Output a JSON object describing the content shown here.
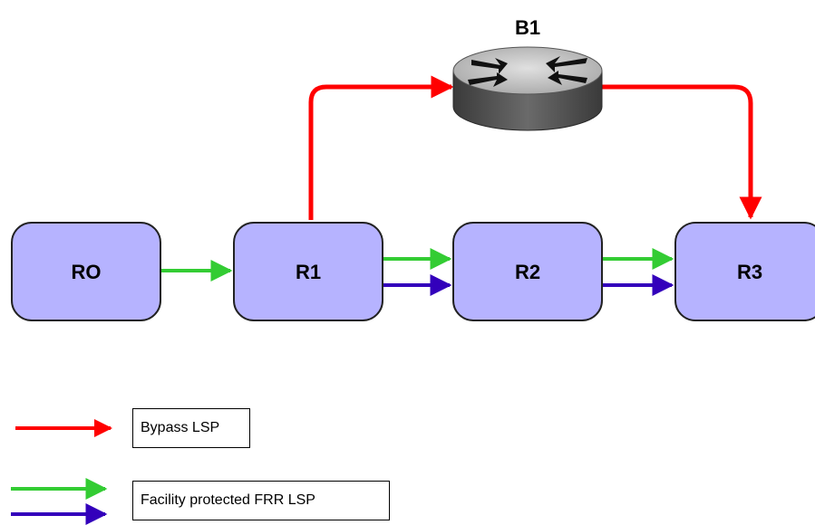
{
  "colors": {
    "bypass": "#ff0000",
    "frr_green": "#33cc33",
    "frr_blue": "#3300bb",
    "node_fill": "#b6b3ff",
    "node_stroke": "#222222"
  },
  "router": {
    "label": "B1",
    "icon": "router-icon"
  },
  "nodes": [
    {
      "id": "r0",
      "label": "RO"
    },
    {
      "id": "r1",
      "label": "R1"
    },
    {
      "id": "r2",
      "label": "R2"
    },
    {
      "id": "r3",
      "label": "R3"
    }
  ],
  "legend": {
    "bypass": "Bypass LSP",
    "frr": "Facility protected FRR  LSP"
  }
}
